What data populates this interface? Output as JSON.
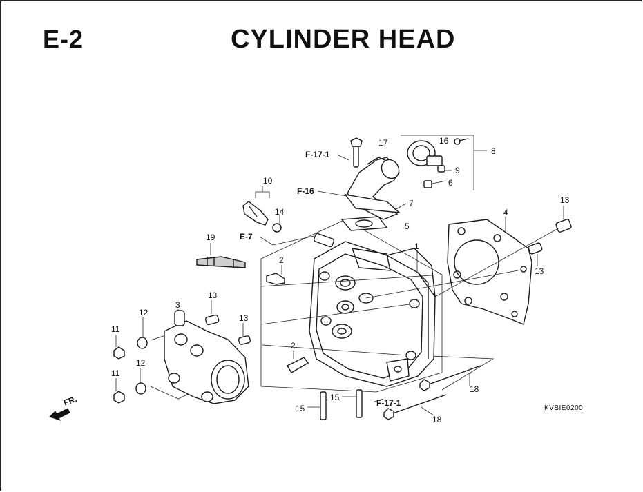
{
  "header": {
    "section_code": "E-2",
    "title": "CYLINDER HEAD"
  },
  "drawing_code": "KVBIE0200",
  "direction_marker": "FR.",
  "references": [
    "F-17-1",
    "F-16",
    "E-7",
    "F-17-1"
  ],
  "part_callouts": [
    "17",
    "16",
    "8",
    "9",
    "6",
    "10",
    "7",
    "14",
    "5",
    "4",
    "13",
    "19",
    "1",
    "13",
    "2",
    "13",
    "3",
    "12",
    "13",
    "11",
    "2",
    "12",
    "11",
    "18",
    "15",
    "15",
    "18"
  ]
}
